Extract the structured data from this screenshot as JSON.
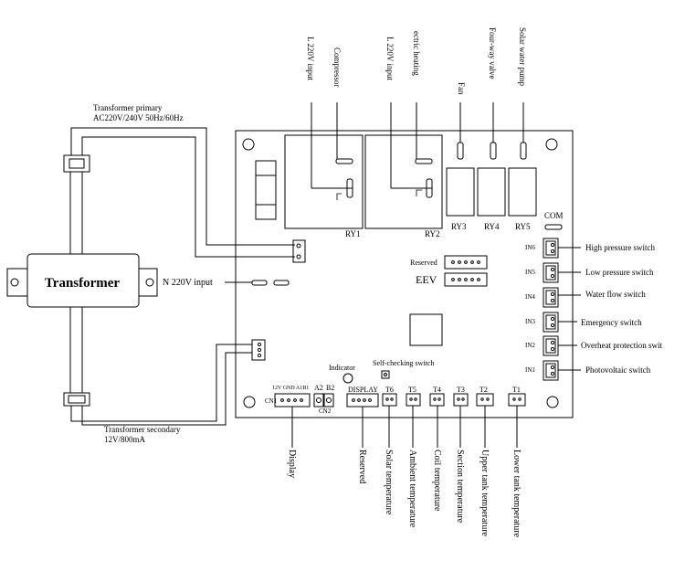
{
  "transformer": {
    "label": "Transformer",
    "primary_line1": "Transformer primary",
    "primary_line2": "AC220V/240V 50Hz/60Hz",
    "secondary_line1": "Transformer secondary",
    "secondary_line2": "12V/800mA"
  },
  "top_labels": {
    "l220_1": "L 220V input",
    "compressor": "Compressor",
    "l220_2": "L 220V input",
    "heating": "ectric heating",
    "fan": "Fan",
    "fourway": "Four-way valve",
    "solar_pump": "Solar water pump"
  },
  "relays": {
    "ry1": "RY1",
    "ry2": "RY2",
    "ry3": "RY3",
    "ry4": "RY4",
    "ry5": "RY5",
    "com": "COM"
  },
  "board": {
    "n_input": "N 220V input",
    "reserved": "Reserved",
    "eev": "EEV",
    "indicator": "Indicator",
    "self_check": "Self-checking switch",
    "cn1": "CN1",
    "cn1_pins": "12V GND A1B1",
    "a2": "A2",
    "b2": "B2",
    "cn2": "CN2",
    "display_hdr": "DISPLAY",
    "t6": "T6",
    "t5": "T5",
    "t4": "T4",
    "t3": "T3",
    "t2": "T2",
    "t1": "T1"
  },
  "inputs": [
    {
      "id": "IN6",
      "label": "High pressure switch"
    },
    {
      "id": "IN5",
      "label": "Low pressure switch"
    },
    {
      "id": "IN4",
      "label": "Water flow switch"
    },
    {
      "id": "IN3",
      "label": "Emergency switch"
    },
    {
      "id": "IN2",
      "label": "Overheat protection swit"
    },
    {
      "id": "IN1",
      "label": "Photovoltaic switch"
    }
  ],
  "bottom_labels": {
    "display": "Display",
    "reserved": "Reserved",
    "solar_temp": "Solar temperature",
    "ambient_temp": "Ambient temperature",
    "coil_temp": "Coil temperature",
    "section_temp": "Section temperature",
    "upper_tank": "Upper tank temperature",
    "lower_tank": "Lower tank temperature"
  }
}
